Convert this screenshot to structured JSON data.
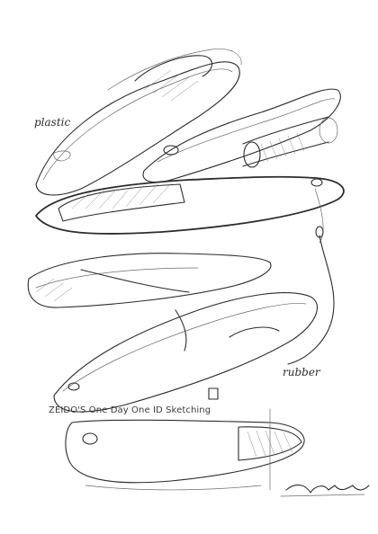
{
  "caption": "ZEIDO'S One Day One ID Sketching",
  "annotations": {
    "top_left_scribble": "plastic",
    "right_scribble": "rubber"
  }
}
